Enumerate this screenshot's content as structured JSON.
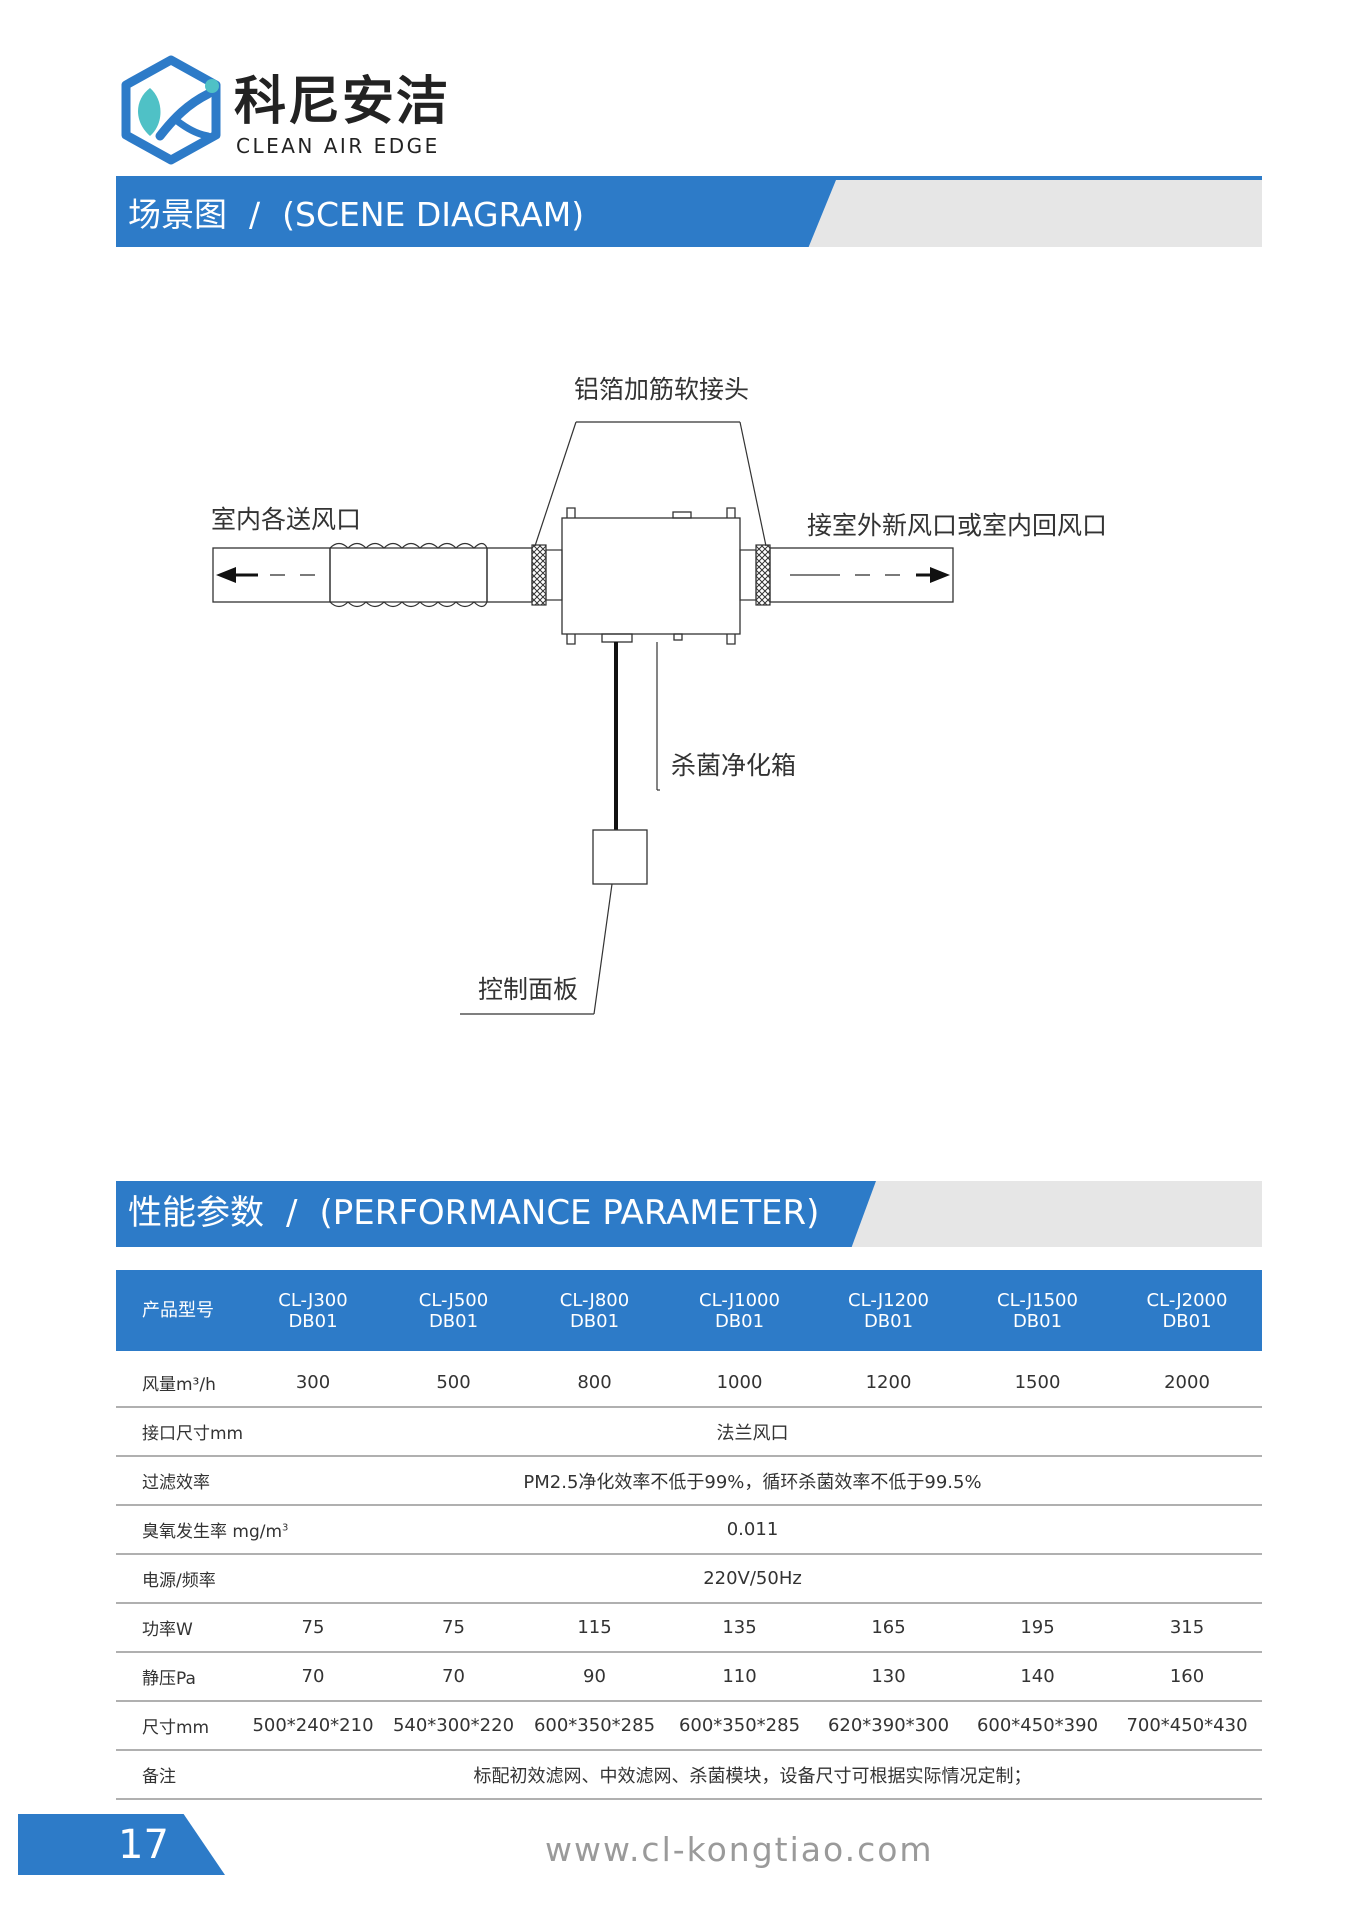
{
  "brand": {
    "name_cn": "科尼安洁",
    "name_en": "CLEAN AIR EDGE",
    "colors": {
      "primary": "#2d7bc8",
      "accent": "#4fc1c6",
      "bar_gray": "#e6e6e6"
    }
  },
  "section_scene": {
    "cn": "场景图",
    "slash": "/",
    "en": "(SCENE DIAGRAM)"
  },
  "diagram": {
    "label_joint": "铝箔加筋软接头",
    "label_supply": "室内各送风口",
    "label_intake": "接室外新风口或室内回风口",
    "label_box": "杀菌净化箱",
    "label_panel": "控制面板"
  },
  "section_params": {
    "cn": "性能参数",
    "slash": "/",
    "en": "(PERFORMANCE PARAMETER)"
  },
  "table": {
    "header_label": "产品型号",
    "models": [
      {
        "line1": "CL-J300",
        "line2": "DB01"
      },
      {
        "line1": "CL-J500",
        "line2": "DB01"
      },
      {
        "line1": "CL-J800",
        "line2": "DB01"
      },
      {
        "line1": "CL-J1000",
        "line2": "DB01"
      },
      {
        "line1": "CL-J1200",
        "line2": "DB01"
      },
      {
        "line1": "CL-J1500",
        "line2": "DB01"
      },
      {
        "line1": "CL-J2000",
        "line2": "DB01"
      }
    ],
    "airflow": {
      "label": "风量m³/h",
      "values": [
        "300",
        "500",
        "800",
        "1000",
        "1200",
        "1500",
        "2000"
      ]
    },
    "interface": {
      "label": "接口尺寸mm",
      "value": "法兰风口"
    },
    "filtration": {
      "label": "过滤效率",
      "value": "PM2.5净化效率不低于99%，循环杀菌效率不低于99.5%"
    },
    "ozone": {
      "label_main": "臭氧发生率 mg/m",
      "label_sup": "3",
      "value": "0.011"
    },
    "power_supply": {
      "label": "电源/频率",
      "value": "220V/50Hz"
    },
    "power": {
      "label": "功率W",
      "values": [
        "75",
        "75",
        "115",
        "135",
        "165",
        "195",
        "315"
      ]
    },
    "static_pressure": {
      "label": "静压Pa",
      "values": [
        "70",
        "70",
        "90",
        "110",
        "130",
        "140",
        "160"
      ]
    },
    "dimensions": {
      "label": "尺寸mm",
      "values": [
        "500*240*210",
        "540*300*220",
        "600*350*285",
        "600*350*285",
        "620*390*300",
        "600*450*390",
        "700*450*430"
      ]
    },
    "remarks": {
      "label": "备注",
      "value": "标配初效滤网、中效滤网、杀菌模块，设备尺寸可根据实际情况定制；"
    }
  },
  "footer": {
    "page_number": "17",
    "url": "www.cl-kongtiao.com"
  }
}
